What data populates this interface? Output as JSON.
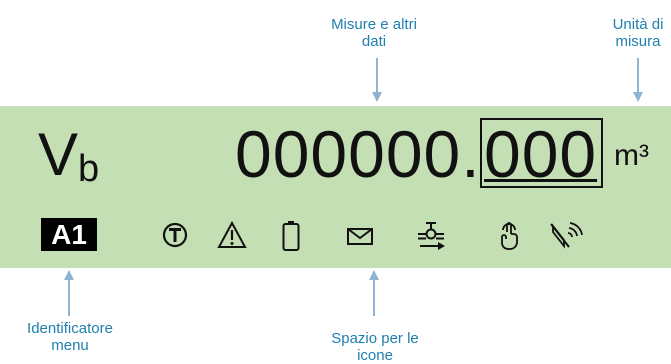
{
  "callouts": {
    "measures": [
      "Misure e altri",
      "dati"
    ],
    "unit": [
      "Unità di",
      "misura"
    ],
    "menu_id": [
      "Identificatore",
      "menu"
    ],
    "icons": [
      "Spazio per le",
      "icone"
    ]
  },
  "display": {
    "symbol_main": "V",
    "symbol_sub": "b",
    "value_integer": "000000.",
    "value_decimal": "000",
    "unit": "m³",
    "menu_id": "A1"
  },
  "icons": [
    {
      "name": "tamper-t-icon"
    },
    {
      "name": "warning-icon"
    },
    {
      "name": "battery-icon"
    },
    {
      "name": "envelope-icon"
    },
    {
      "name": "valve-icon"
    },
    {
      "name": "touch-icon"
    },
    {
      "name": "radio-off-icon"
    }
  ],
  "colors": {
    "lcd_background": "#c5dfb4",
    "callout_text": "#1f7fb0",
    "arrow": "#8fb3d0"
  }
}
